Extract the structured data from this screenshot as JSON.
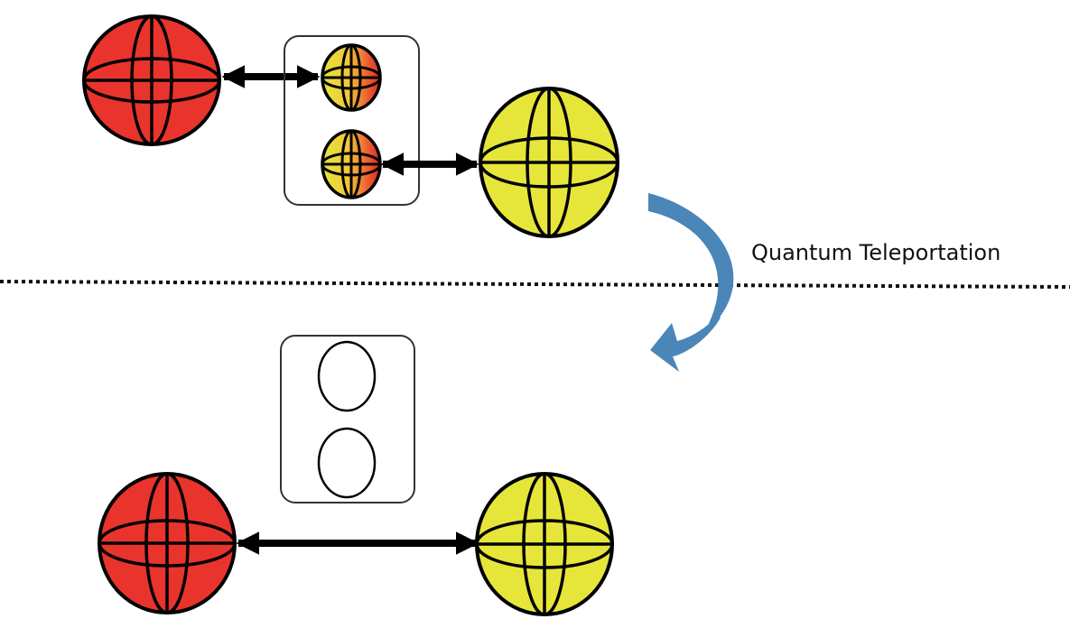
{
  "diagram": {
    "caption": "Quantum Teleportation"
  },
  "colors": {
    "particle_a": "#e8342c",
    "particle_b": "#e6e63a",
    "outline": "#000000",
    "arrow": "#000000",
    "teleport_arrow": "#4a86b8",
    "separator": "#111111",
    "box_border": "#333333"
  },
  "icons": {
    "sphere": "globe-sphere",
    "bidirectional": "double-headed-arrow",
    "teleport": "curved-arrow"
  }
}
